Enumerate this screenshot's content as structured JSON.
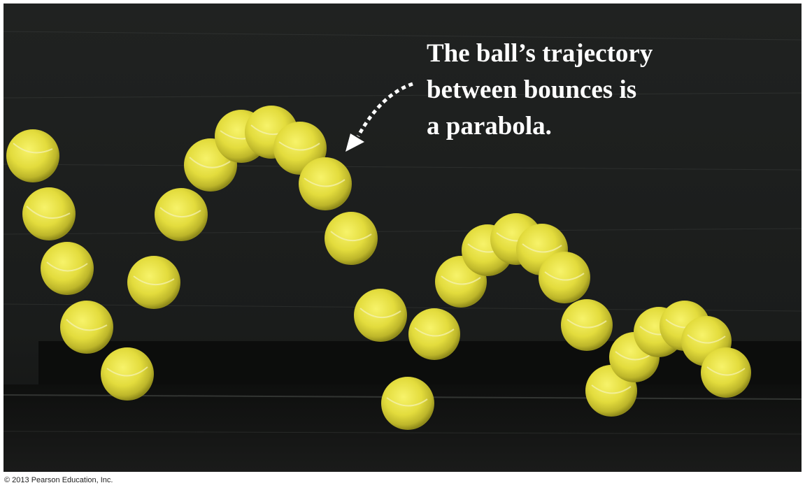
{
  "figure": {
    "caption_lines": [
      "The ball’s trajectory",
      "between bounces is",
      "a parabola."
    ],
    "credit": "© 2013 Pearson Education, Inc.",
    "arrow_icon": "dashed-curved-arrow",
    "colors": {
      "background": "#1c1e1d",
      "ball": "#e8e24a",
      "ball_shadow": "#8f8a1a",
      "caption_text": "#ffffff",
      "arrow": "#ffffff"
    }
  }
}
